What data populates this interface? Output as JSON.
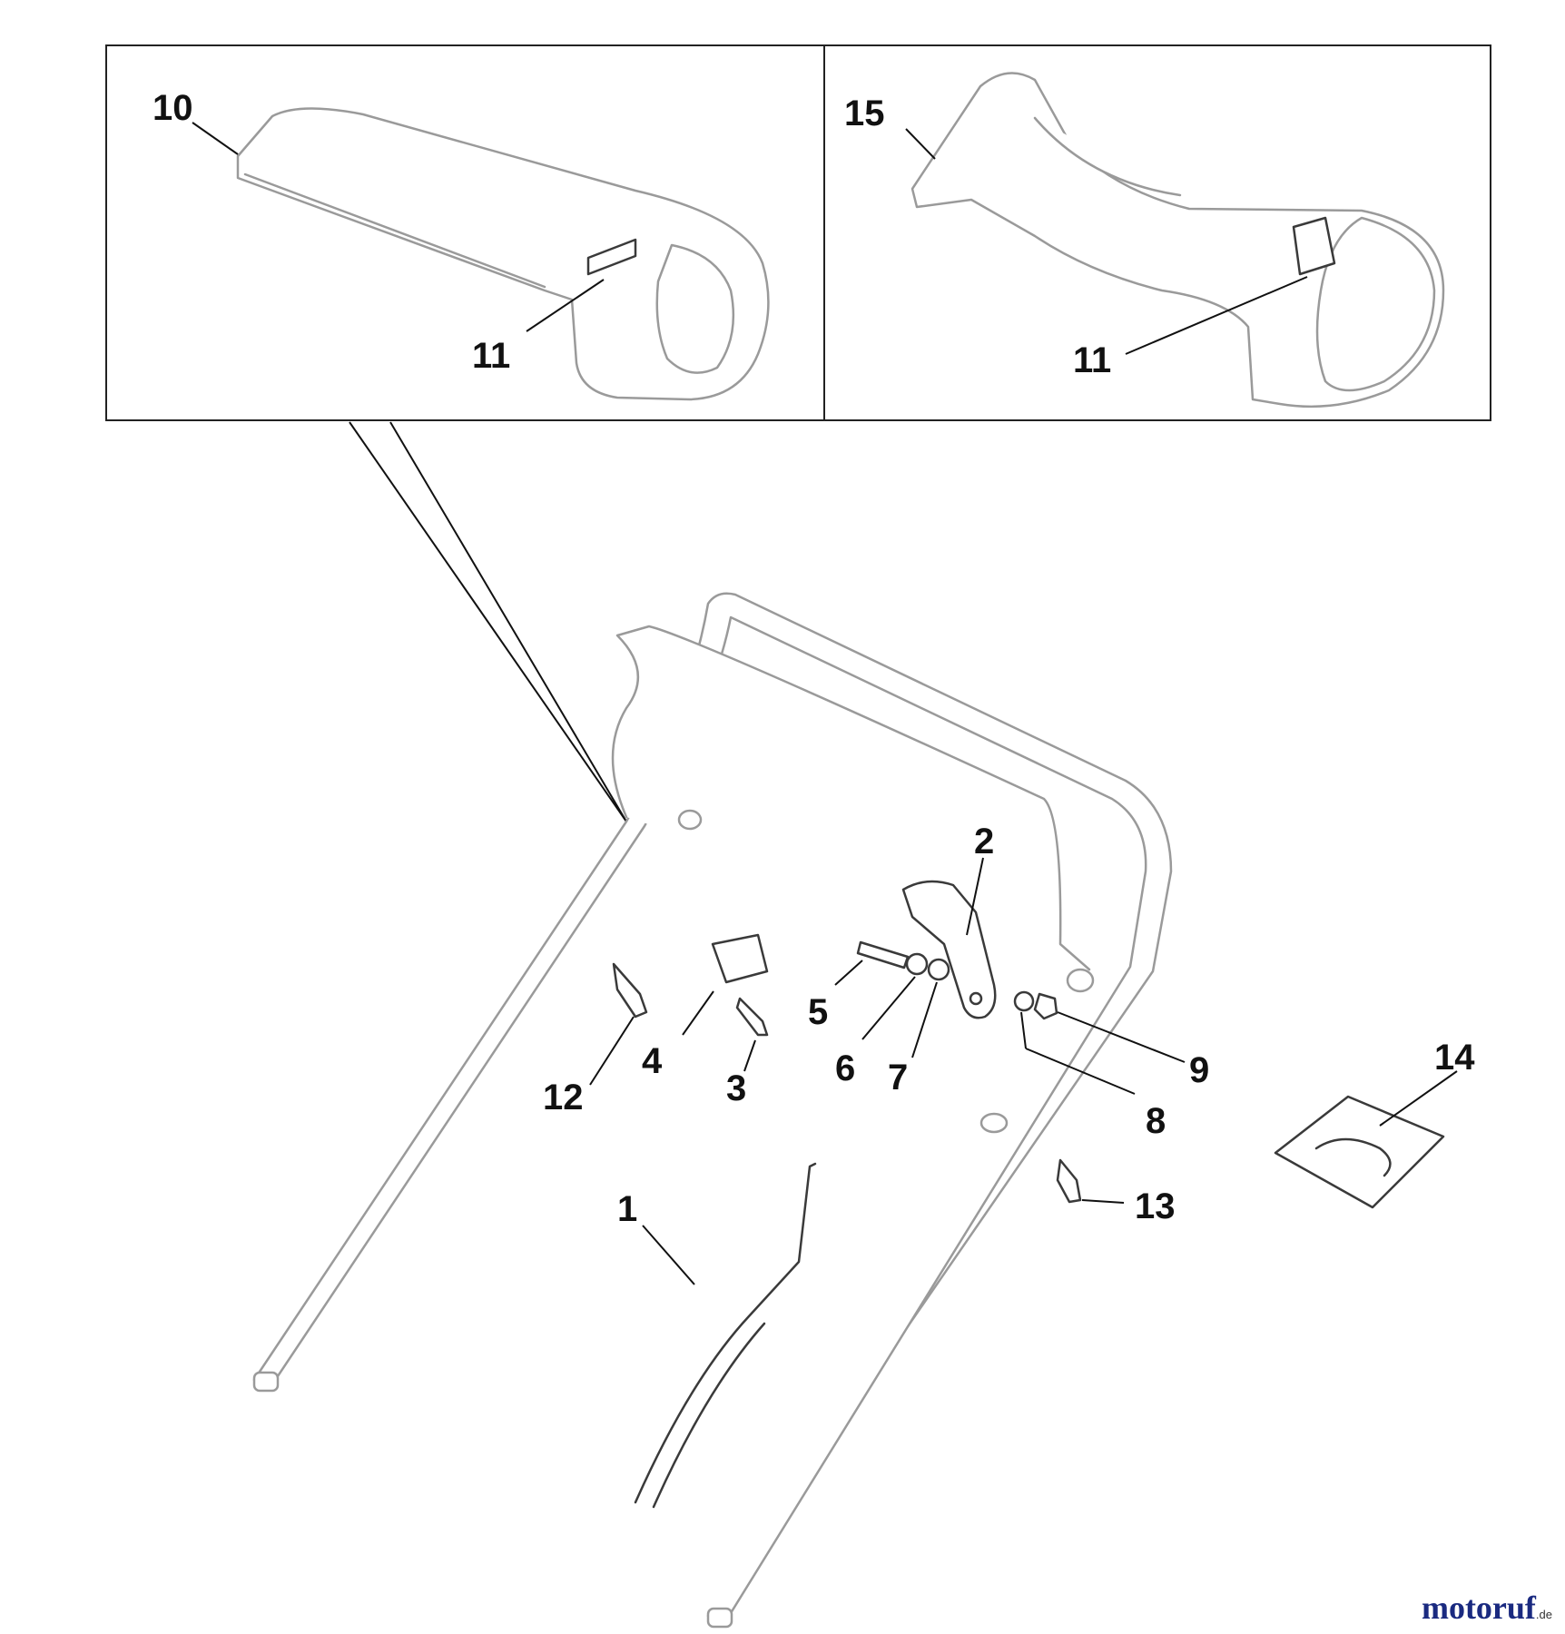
{
  "callouts": {
    "c1": "1",
    "c2": "2",
    "c3": "3",
    "c4": "4",
    "c5": "5",
    "c6": "6",
    "c7": "7",
    "c8": "8",
    "c9": "9",
    "c10": "10",
    "c11a": "11",
    "c11b": "11",
    "c12": "12",
    "c13": "13",
    "c14": "14",
    "c15": "15"
  },
  "watermark": {
    "brand": "motoruf",
    "suffix": ".de"
  },
  "colors": {
    "lines": "#111111",
    "parts": "#9a9a9a",
    "watermark": "#1a2a80"
  }
}
